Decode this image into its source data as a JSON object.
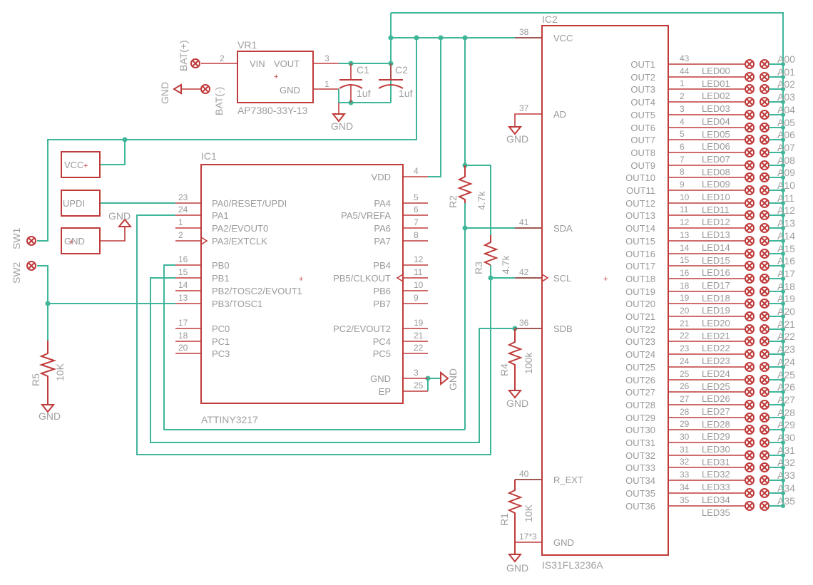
{
  "colors": {
    "component": "#bf3a3a",
    "wire": "#3fb59a",
    "label": "#a0a0a0"
  },
  "vr1": {
    "name": "VR1",
    "part": "AP7380-33Y-13",
    "vin": "VIN",
    "vout": "VOUT",
    "gnd": "GND",
    "vin_num": "2",
    "vout_num": "3",
    "gnd_num": "1"
  },
  "battery": {
    "pos": "BAT(+)",
    "neg": "BAT(-)",
    "gnd": "GND"
  },
  "caps": {
    "c1": "C1",
    "c1_val": "1uf",
    "c2": "C2",
    "c2_val": "1uf",
    "gnd": "GND"
  },
  "headers": {
    "vcc": "VCC",
    "updi": "UPDI",
    "gnd": "GND",
    "gnd_sym": "GND"
  },
  "switches": {
    "sw1": "SW1",
    "sw2": "SW2"
  },
  "r5": {
    "name": "R5",
    "value": "10K",
    "gnd": "GND"
  },
  "ic1": {
    "name": "IC1",
    "part": "ATTINY3217",
    "left_pins": [
      {
        "num": "23",
        "label": "PA0/RESET/UPDI"
      },
      {
        "num": "24",
        "label": "PA1"
      },
      {
        "num": "1",
        "label": "PA2/EVOUT0"
      },
      {
        "num": "2",
        "label": "PA3/EXTCLK"
      },
      {
        "num": "16",
        "label": "PB0"
      },
      {
        "num": "15",
        "label": "PB1"
      },
      {
        "num": "14",
        "label": "PB2/TOSC2/EVOUT1"
      },
      {
        "num": "13",
        "label": "PB3/TOSC1"
      },
      {
        "num": "17",
        "label": "PC0"
      },
      {
        "num": "18",
        "label": "PC1"
      },
      {
        "num": "20",
        "label": "PC3"
      }
    ],
    "right_pins": [
      {
        "num": "4",
        "label": "VDD"
      },
      {
        "num": "5",
        "label": "PA4"
      },
      {
        "num": "6",
        "label": "PA5/VREFA"
      },
      {
        "num": "7",
        "label": "PA6"
      },
      {
        "num": "8",
        "label": "PA7"
      },
      {
        "num": "12",
        "label": "PB4"
      },
      {
        "num": "11",
        "label": "PB5/CLKOUT"
      },
      {
        "num": "10",
        "label": "PB6"
      },
      {
        "num": "9",
        "label": "PB7"
      },
      {
        "num": "19",
        "label": "PC2/EVOUT2"
      },
      {
        "num": "21",
        "label": "PC4"
      },
      {
        "num": "22",
        "label": "PC5"
      },
      {
        "num": "3",
        "label": "GND"
      },
      {
        "num": "25",
        "label": "EP"
      }
    ],
    "gnd": "GND"
  },
  "r2": {
    "name": "R2",
    "value": "4.7k"
  },
  "r3": {
    "name": "R3",
    "value": "4.7k"
  },
  "r4": {
    "name": "R4",
    "value": "100k",
    "gnd": "GND"
  },
  "r1": {
    "name": "R1",
    "value": "10K",
    "gnd": "GND"
  },
  "ic2": {
    "name": "IC2",
    "part": "IS31FL3236A",
    "left_pins": [
      {
        "num": "38",
        "label": "VCC"
      },
      {
        "num": "37",
        "label": "AD"
      },
      {
        "num": "41",
        "label": "SDA"
      },
      {
        "num": "42",
        "label": "SCL"
      },
      {
        "num": "36",
        "label": "SDB"
      },
      {
        "num": "40",
        "label": "R_EXT"
      },
      {
        "num": "17*3",
        "label": "GND"
      }
    ],
    "ad_gnd": "GND",
    "out_labels": [
      "OUT1",
      "OUT2",
      "OUT3",
      "OUT4",
      "OUT5",
      "OUT6",
      "OUT7",
      "OUT8",
      "OUT9",
      "OUT10",
      "OUT11",
      "OUT12",
      "OUT13",
      "OUT14",
      "OUT15",
      "OUT16",
      "OUT17",
      "OUT18",
      "OUT19",
      "OUT20",
      "OUT21",
      "OUT22",
      "OUT23",
      "OUT24",
      "OUT25",
      "OUT26",
      "OUT27",
      "OUT28",
      "OUT29",
      "OUT30",
      "OUT31",
      "OUT32",
      "OUT33",
      "OUT34",
      "OUT35",
      "OUT36"
    ],
    "out_nums": [
      "43",
      "44",
      "1",
      "2",
      "3",
      "4",
      "5",
      "6",
      "7",
      "8",
      "9",
      "10",
      "11",
      "12",
      "13",
      "14",
      "15",
      "16",
      "18",
      "19",
      "20",
      "21",
      "22",
      "23",
      "24",
      "25",
      "26",
      "27",
      "28",
      "29",
      "30",
      "31",
      "32",
      "33",
      "34",
      "35"
    ]
  },
  "led_labels": [
    "LED00",
    "LED01",
    "LED02",
    "LED03",
    "LED04",
    "LED05",
    "LED06",
    "LED07",
    "LED08",
    "LED09",
    "LED10",
    "LED11",
    "LED12",
    "LED13",
    "LED14",
    "LED15",
    "LED16",
    "LED17",
    "LED18",
    "LED19",
    "LED20",
    "LED21",
    "LED22",
    "LED23",
    "LED24",
    "LED25",
    "LED26",
    "LED27",
    "LED28",
    "LED29",
    "LED30",
    "LED31",
    "LED32",
    "LED33",
    "LED34",
    "LED35"
  ],
  "a_labels": [
    "A00",
    "A01",
    "A02",
    "A03",
    "A04",
    "A05",
    "A06",
    "A07",
    "A08",
    "A09",
    "A10",
    "A11",
    "A12",
    "A13",
    "A14",
    "A15",
    "A16",
    "A17",
    "A18",
    "A19",
    "A20",
    "A21",
    "A22",
    "A23",
    "A24",
    "A25",
    "A26",
    "A27",
    "A28",
    "A29",
    "A30",
    "A31",
    "A32",
    "A33",
    "A34",
    "A35"
  ]
}
